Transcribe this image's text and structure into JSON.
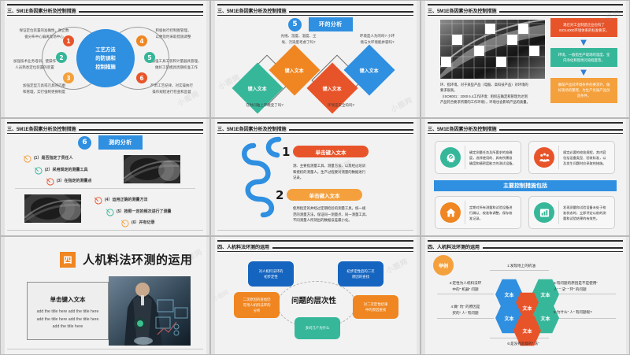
{
  "deck": {
    "header_a": "三、5M1E各因素分析及控制措施",
    "header_b": "四、人机料法环测的运用",
    "watermark": "小图网"
  },
  "slide1": {
    "center": [
      "工艺方法",
      "的防误和",
      "控制措施"
    ],
    "items": [
      {
        "n": "1",
        "color": "#e8542a",
        "text": "保证定位装置的准确性，防止数\n据分布中心偏离现场中心"
      },
      {
        "n": "2",
        "color": "#37b79a",
        "text": "加强技术业务培训，使操作\n人员熟悉定位装置的装置"
      },
      {
        "n": "3",
        "color": "#f4a03c",
        "text": "加强定型刀具或刃具的刃磨\n和管理，实行强制更换制度"
      },
      {
        "n": "4",
        "color": "#ef8621",
        "text": "积极执行控制图管理，\n以便及时采取措施调整"
      },
      {
        "n": "5",
        "color": "#37b79a",
        "text": "加强工具工装和计量器具管理，\n做好工装模具周期校准工作"
      },
      {
        "n": "6",
        "color": "#e8542a",
        "text": "严肃工艺纪律，对实操执行\n操作规程进行检查和监督"
      }
    ]
  },
  "slide2": {
    "badge": "5",
    "tag": "环的分析",
    "diamonds": [
      {
        "label": "键入文本",
        "color": "#37b79a"
      },
      {
        "label": "键入文本",
        "color": "#ef8621"
      },
      {
        "label": "键入文本",
        "color": "#e8542a"
      },
      {
        "label": "键入文本",
        "color": "#2f8fe0"
      }
    ],
    "notes": [
      "在时间轴上环境变了吗?",
      "光线、湿度、温度、尘\n埃、污染度考虑了吗?",
      "环境是安全的吗?",
      "环境是人为的吗? 小环\n境与大环境能并容吗?"
    ]
  },
  "slide3": {
    "boxes": [
      {
        "color": "#e8542a",
        "text": "现在对工业制造企业也有了\nISO14000环境体系的标准要求。"
      },
      {
        "color": "#37b79a",
        "text": "环境，一般指生产现场的温度、室\n内净化和现场污染程度等。"
      },
      {
        "color": "#f4a03c",
        "text": "确保产品对环境条件的要求外，做\n好现场的整理，为生产优质产品创\n造条件。"
      }
    ],
    "caption": "环、指环境，对于某些产品（电脑、高科技产品）对环境的\n要求很高。\n（ISO9001：2000 6.4工作环境：咀织应确定和管理为达到\n产品符合要求所需的工作环境），环境也会影响产品的质量。"
  },
  "slide4": {
    "badge": "6",
    "tag": "测的分析",
    "top_items": [
      "(1）是否指定了责任人",
      "(2）采用规定的测量工具",
      "(3）在指定的测量点"
    ],
    "bottom_items": [
      "(4）运用正确的测量方法",
      "(5）按照一定的频次进行了测量",
      "(6）并有记录"
    ],
    "icon_colors": [
      "#f4a03c",
      "#37b79a",
      "#e8542a"
    ]
  },
  "slide5": {
    "rows": [
      {
        "num": "1",
        "pill": "单击键入文本",
        "pill_color": "#e8542a",
        "text": "测、主要指测量工具、测量方法、以及经过培训\n和授权的测量人。生产过程要对测量的数据进行\n记录。"
      },
      {
        "num": "2",
        "pill": "单击键入文本",
        "pill_color": "#f4a03c",
        "text": "使用指定的并经过定期检验的测量工具，统一规\n范的测量方法，保证同一测量点、同一测量工具、\n不同测量人所测出的数据误差最小化。"
      }
    ]
  },
  "slide6": {
    "banner": "主要控制措施包括",
    "cards": [
      {
        "icon": "head-check-icon",
        "color": "#37b79a",
        "text": "确定测量任务及所要求的准确\n度，选择使用的、具有所需准\n确度和精密度能力的测试设备。"
      },
      {
        "icon": "people-group-icon",
        "color": "#e8542a",
        "text": "规定必要的校准规程，其内容\n包括设备类型、验收标准，以\n及发生问题时应采取的措施。"
      },
      {
        "icon": "home-icon",
        "color": "#ef8621",
        "text": "定期对所有测量和试验设备进\n行确认、校准和调整，保存校\n准记录。"
      },
      {
        "icon": "bar-chart-icon",
        "color": "#37b79a",
        "text": "发现测量和试验设备未处于校\n准状态时，立即评定以前的测\n量和试验结果的有效性。"
      }
    ]
  },
  "slide7": {
    "chapter_num": "四",
    "title": "人机料法环测的运用",
    "panel_title": "单击键入文本",
    "panel_lines": [
      "add the title here add the title here",
      "add the title here add the title here",
      "add the title here"
    ]
  },
  "slide8": {
    "center": "问题的层次性",
    "boxes": [
      {
        "text": "对人机料法环的\n初步定性",
        "color": "#1565c0"
      },
      {
        "text": "初步定性后的二次\n原因的查找",
        "color": "#1565c0"
      },
      {
        "text": "二次原因的查找仍\n可用人机料法环的\n分析",
        "color": "#ef8621"
      },
      {
        "text": "对二次定性结果\n中的原因查找",
        "color": "#ef8621"
      },
      {
        "text": "多问几个为什么",
        "color": "#37b79a"
      }
    ]
  },
  "slide9": {
    "badge": "举例",
    "hexes": [
      {
        "text": "文本",
        "color": "#2f8fe0"
      },
      {
        "text": "文本",
        "color": "#37b79a"
      },
      {
        "text": "文本",
        "color": "#e8542a"
      },
      {
        "text": "文本",
        "color": "#2f8fe0"
      },
      {
        "text": "文本",
        "color": "#37b79a"
      },
      {
        "text": "文本",
        "color": "#e8542a"
      }
    ],
    "labels": {
      "top": "1:发现地上的机油",
      "left_upper": "2:定性为人机料法环\n中的” 机器” 问题",
      "left_lower": "4:做” 坑” 的原因是\n买的” 人” 有问题",
      "right_upper": "3:有问题的原因是不是使用”\n人” ” 法” ” 环” 的问题",
      "right_lower": "5:为什么” 人” 有问题呢?",
      "bottom": "6:是没有监督的” 法”"
    }
  }
}
